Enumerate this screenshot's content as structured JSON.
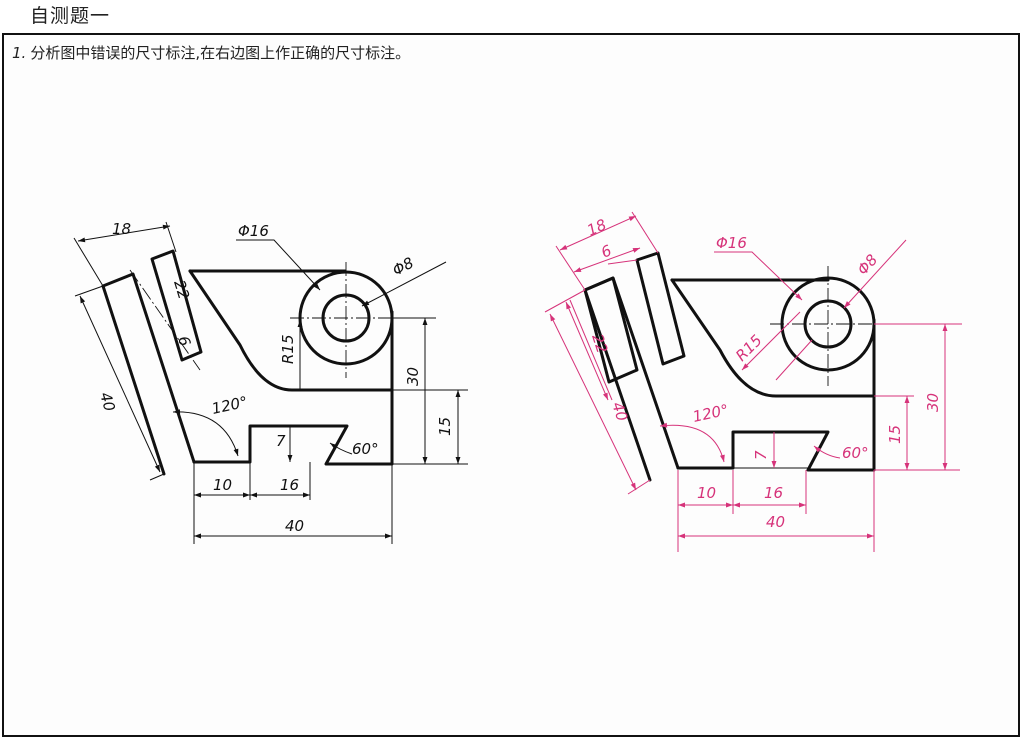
{
  "page_title": "自测题一",
  "question": {
    "number": "1.",
    "text": "分析图中错误的尺寸标注,在右边图上作正确的尺寸标注。"
  },
  "colors": {
    "drawing": "#111111",
    "correction": "#d6337a"
  },
  "left_drawing": {
    "dims": {
      "d18": "18",
      "phi16": "Φ16",
      "phi8": "Φ8",
      "d22": "22",
      "d6": "6",
      "r15": "R15",
      "d30": "30",
      "d15": "15",
      "d40_slant": "40",
      "a120": "120°",
      "d7": "7",
      "a60": "60°",
      "d10": "10",
      "d16": "16",
      "d40": "40"
    }
  },
  "right_drawing": {
    "dims": {
      "d18": "18",
      "d6": "6",
      "phi16": "Φ16",
      "phi8": "Φ8",
      "d22": "22",
      "r15": "R15",
      "d40_slant": "40",
      "a120": "120°",
      "d30": "30",
      "d15": "15",
      "d7": "7",
      "a60": "60°",
      "d10": "10",
      "d16": "16",
      "d40": "40"
    }
  }
}
